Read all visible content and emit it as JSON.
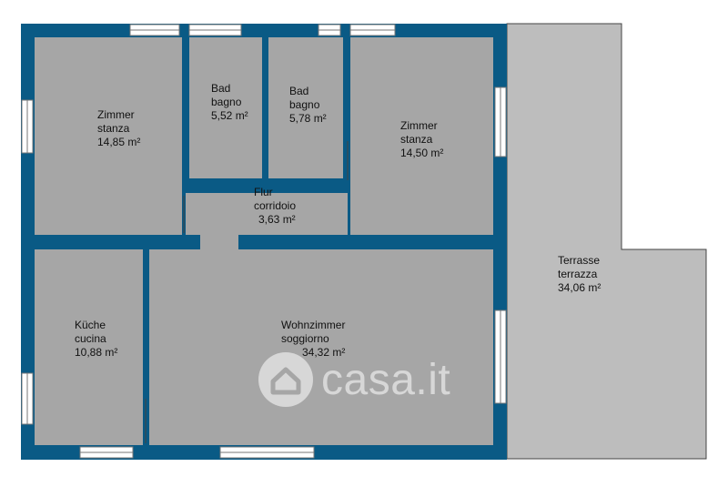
{
  "rooms": [
    {
      "id": "zimmer-1",
      "name_de": "Zimmer",
      "name_it": "stanza",
      "area": "14,85 m²"
    },
    {
      "id": "bad-1",
      "name_de": "Bad",
      "name_it": "bagno",
      "area": "5,52 m²"
    },
    {
      "id": "bad-2",
      "name_de": "Bad",
      "name_it": "bagno",
      "area": "5,78 m²"
    },
    {
      "id": "zimmer-2",
      "name_de": "Zimmer",
      "name_it": "stanza",
      "area": "14,50 m²"
    },
    {
      "id": "flur",
      "name_de": "Flur",
      "name_it": "corridoio",
      "area": "3,63 m²"
    },
    {
      "id": "kueche",
      "name_de": "Küche",
      "name_it": "cucina",
      "area": "10,88 m²"
    },
    {
      "id": "wohnzimmer",
      "name_de": "Wohnzimmer",
      "name_it": "soggiorno",
      "area": "34,32 m²"
    },
    {
      "id": "terrasse",
      "name_de": "Terrasse",
      "name_it": "terrazza",
      "area": "34,06 m²"
    }
  ],
  "colors": {
    "wall": "#0a5a85",
    "floor": "#a6a6a6",
    "terrace": "#bdbdbd",
    "window": "#ffffff"
  },
  "watermark": {
    "text": "casa.it",
    "icon": "house-icon"
  }
}
